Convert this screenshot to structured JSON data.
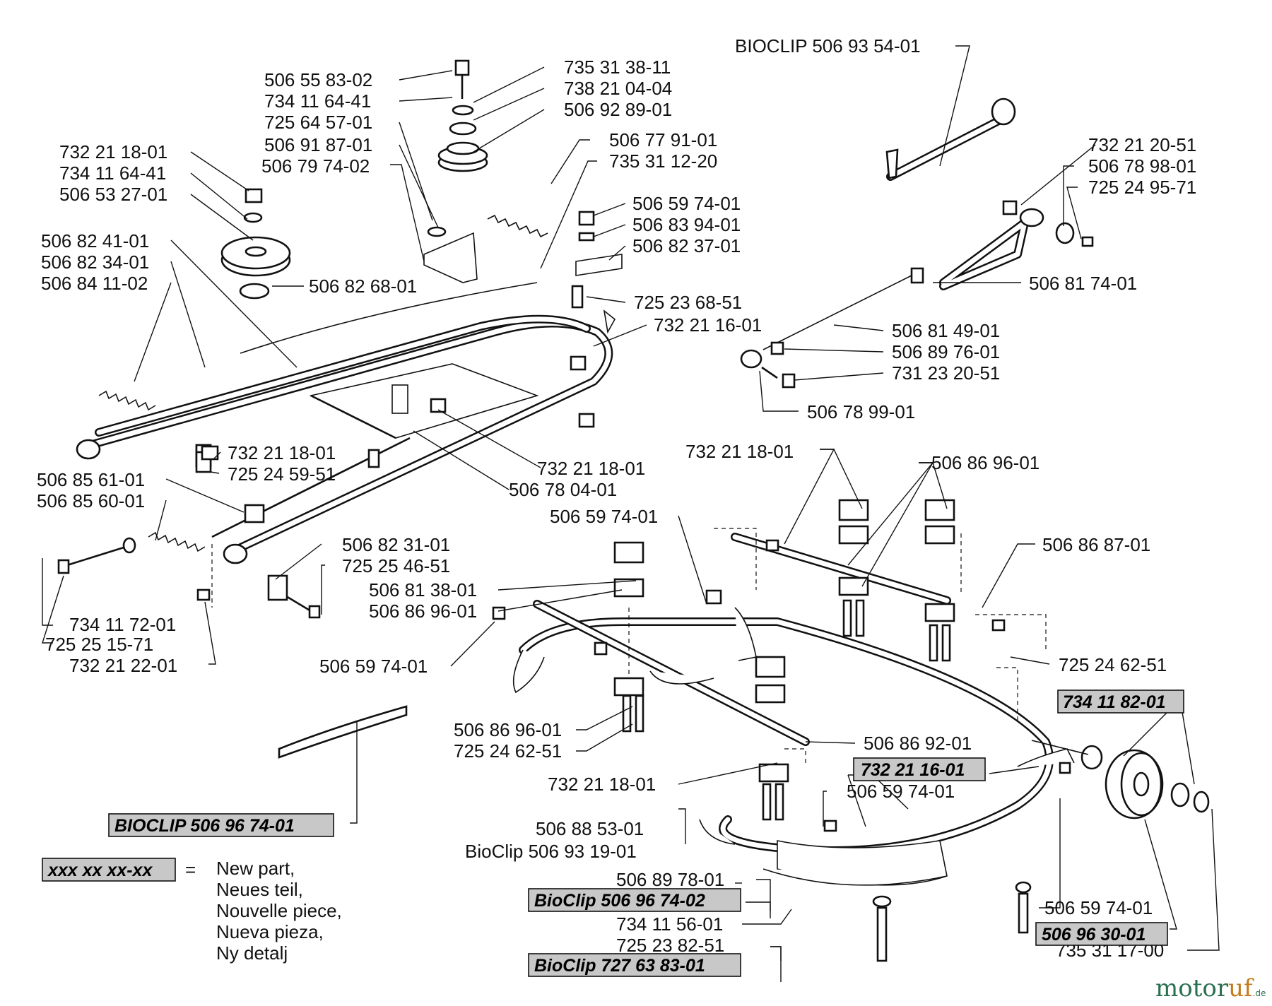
{
  "labels": {
    "l01": "BIOCLIP 506 93 54-01",
    "l02": "735 31 38-11",
    "l03": "738 21 04-04",
    "l04": "506 92 89-01",
    "l05": "506 55 83-02",
    "l06": "734 11 64-41",
    "l07": "725 64 57-01",
    "l08": "506 91 87-01",
    "l09": "506 79 74-02",
    "l10": "506 77 91-01",
    "l11": "735 31 12-20",
    "l12": "732 21 18-01",
    "l13": "734 11 64-41",
    "l14": "506 53 27-01",
    "l15": "506 82 41-01",
    "l16": "506 82 34-01",
    "l17": "506 84 11-02",
    "l18": "506 82 68-01",
    "l19": "506 59 74-01",
    "l20": "506 83 94-01",
    "l21": "506 82 37-01",
    "l22": "725 23 68-51",
    "l23": "732 21 16-01",
    "l24": "732 21 20-51",
    "l25": "506 78 98-01",
    "l26": "725 24 95-71",
    "l27": "506 81 74-01",
    "l28": "506 81 49-01",
    "l29": "506 89 76-01",
    "l30": "731 23 20-51",
    "l31": "506 78 99-01",
    "l32": "732 21 18-01",
    "l33": "725 24 59-51",
    "l34": "732 21 18-01",
    "l35": "506 78 04-01",
    "l36": "506 85 61-01",
    "l37": "506 85 60-01",
    "l38": "732 21 18-01",
    "l39": "506 86 96-01",
    "l40": "506 59 74-01",
    "l41": "506 86 87-01",
    "l42": "506 82 31-01",
    "l43": "725 25 46-51",
    "l44": "506 81 38-01",
    "l45": "506 86 96-01",
    "l46": "734 11 72-01",
    "l47": "725 25 15-71",
    "l48": "732 21 22-01",
    "l49": "506 59 74-01",
    "l50": "725 24 62-51",
    "l51": "506 86 96-01",
    "l52": "725 24 62-51",
    "l53": "506 86 92-01",
    "l54": "732 21 18-01",
    "l55": "506 59 74-01",
    "l56": "506 88 53-01",
    "l57": "BioClip 506 93 19-01",
    "l58": "506 89 78-01",
    "l59": "734 11 56-01",
    "l60": "725 23 82-51",
    "l61": "506 59 74-01",
    "l62": "735 31 17-00"
  },
  "highlighted": {
    "h1": "734 11 82-01",
    "h2": "732 21 16-01",
    "h3": "BIOCLIP 506 96 74-01",
    "h4": "BioClip 506 96 74-02",
    "h5": "506 96 30-01",
    "h6": "BioClip 727 63 83-01"
  },
  "legend": {
    "sample": "xxx xx xx-xx",
    "equals": "=",
    "lines": [
      "New part,",
      "Neues teil,",
      "Nouvelle piece,",
      "Nueva pieza,",
      "Ny detalj"
    ]
  },
  "watermark": {
    "part1": "motor",
    "part2": "uf",
    "suffix": ".de"
  }
}
